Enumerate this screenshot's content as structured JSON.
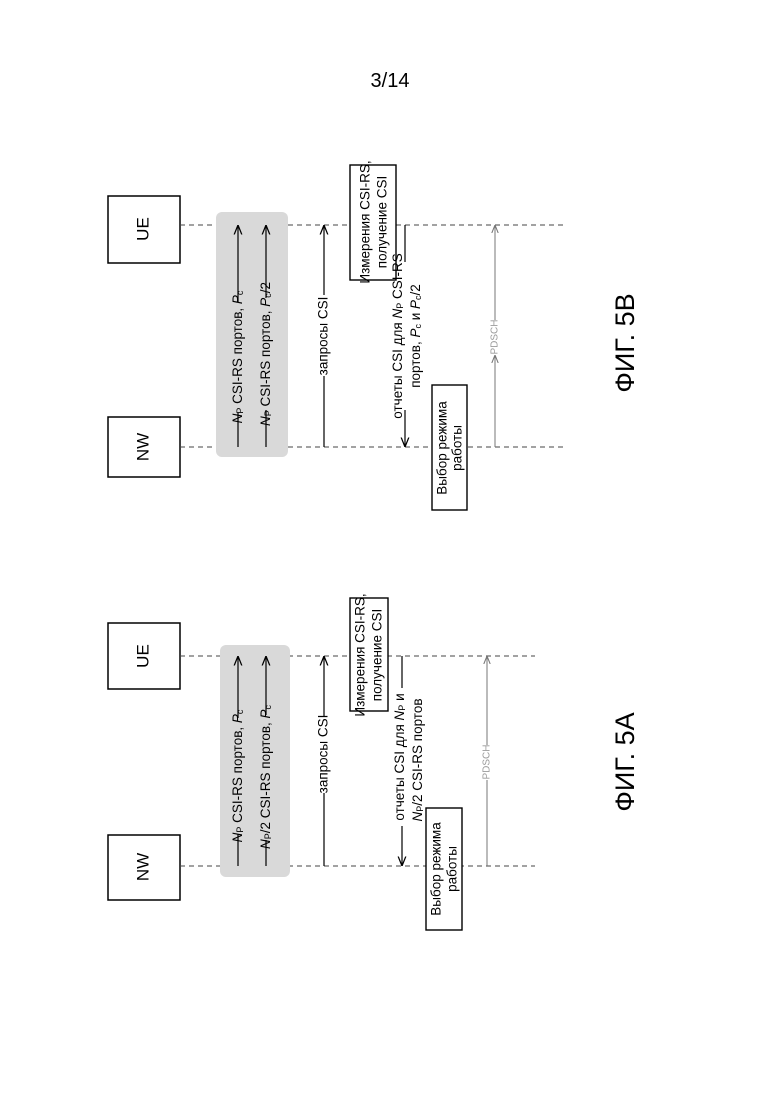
{
  "page_number": "3/14",
  "figures": [
    {
      "id": "5b",
      "caption": "ФИГ. 5B",
      "nw_label": "NW",
      "ue_label": "UE",
      "msg1": {
        "a": "N",
        "a_sub": "P",
        "b": " CSI-RS портов, ",
        "c": "P",
        "c_sub": "c"
      },
      "msg2": {
        "a": "N",
        "a_sub": "P",
        "b": " CSI-RS портов, ",
        "c": "P",
        "c_sub": "c",
        "d": "/2"
      },
      "csi_request": "запросы CSI",
      "ue_box_line1": "Измерения CSI-RS,",
      "ue_box_line2": "получение CSI",
      "report_line1": {
        "a": "отчеты CSI для ",
        "b": "N",
        "b_sub": "P",
        "c": " CSI-RS"
      },
      "report_line2": {
        "a": "портов, ",
        "b": "P",
        "b_sub": "c",
        "c": " и ",
        "d": "P",
        "d_sub": "c",
        "e": "/2"
      },
      "nw_box_line1": "Выбор режима",
      "nw_box_line2": "работы",
      "pdsch": "PDSCH"
    },
    {
      "id": "5a",
      "caption": "ФИГ. 5A",
      "nw_label": "NW",
      "ue_label": "UE",
      "msg1": {
        "a": "N",
        "a_sub": "P",
        "b": " CSI-RS портов, ",
        "c": "P",
        "c_sub": "c"
      },
      "msg2": {
        "a": "N",
        "a_sub": "P",
        "b": "/2 CSI-RS портов, ",
        "c": "P",
        "c_sub": "c"
      },
      "csi_request": "запросы CSI",
      "ue_box_line1": "Измерения CSI-RS,",
      "ue_box_line2": "получение CSI",
      "report_line1": {
        "a": "отчеты CSI для ",
        "b": "N",
        "b_sub": "P",
        "c": " и"
      },
      "report_line2": {
        "a": "N",
        "a_sub": "P",
        "b": "/2 CSI-RS портов"
      },
      "nw_box_line1": "Выбор режима",
      "nw_box_line2": "работы",
      "pdsch": "PDSCH"
    }
  ]
}
